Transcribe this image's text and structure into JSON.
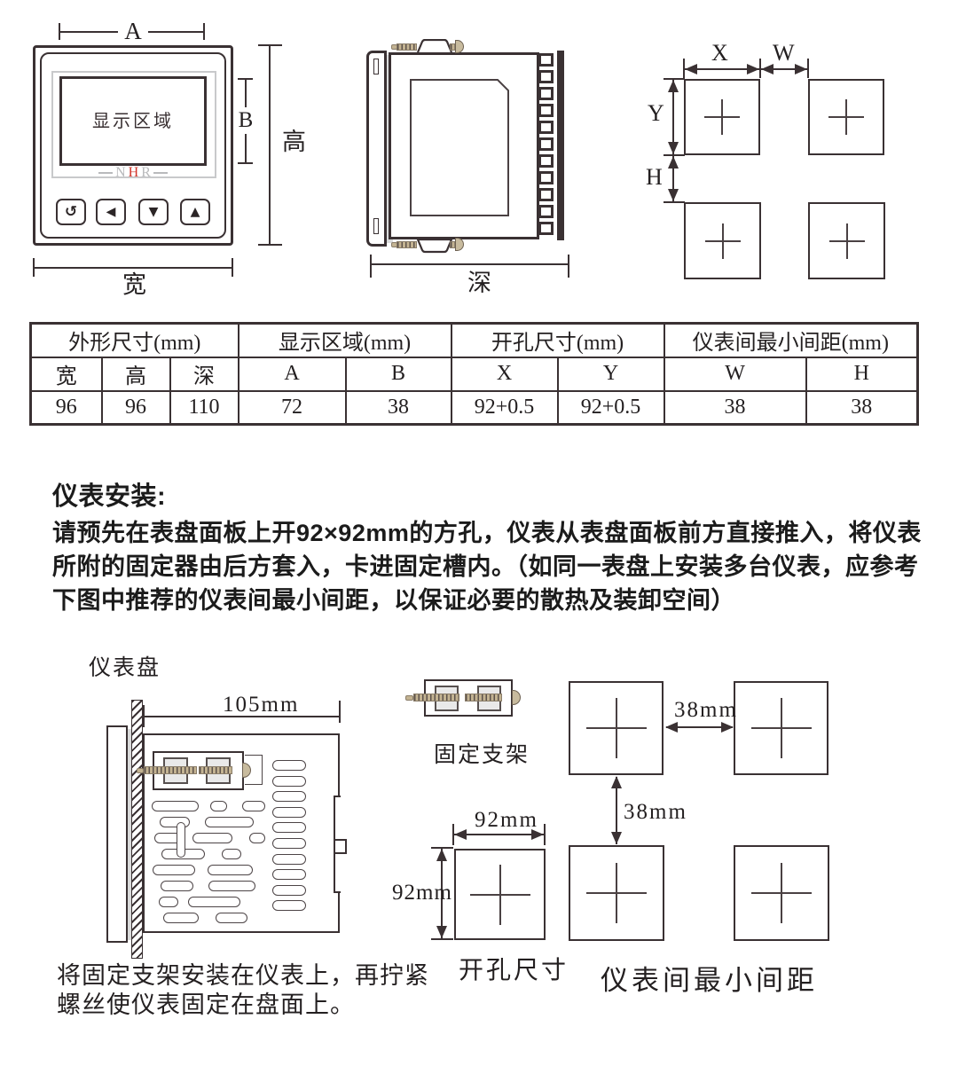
{
  "front_view": {
    "dim_a": "A",
    "dim_b": "B",
    "dim_height": "高",
    "dim_width": "宽",
    "display_label": "显示区域",
    "logo_n": "N",
    "logo_h": "H",
    "logo_r": "R",
    "btn_loop": "↺",
    "btn_left": "◀",
    "btn_down": "▼",
    "btn_up": "▲"
  },
  "side_view": {
    "dim_depth": "深"
  },
  "cutout_view": {
    "dim_x": "X",
    "dim_w": "W",
    "dim_y": "Y",
    "dim_h": "H"
  },
  "spec_table": {
    "group_outline": "外形尺寸(mm)",
    "group_display": "显示区域(mm)",
    "group_cutout": "开孔尺寸(mm)",
    "group_spacing": "仪表间最小间距(mm)",
    "columns": [
      "宽",
      "高",
      "深",
      "A",
      "B",
      "X",
      "Y",
      "W",
      "H"
    ],
    "values": [
      "96",
      "96",
      "110",
      "72",
      "38",
      "92+0.5",
      "92+0.5",
      "38",
      "38"
    ]
  },
  "install": {
    "heading": "仪表安装:",
    "line1": "请预先在表盘面板上开92×92mm的方孔，仪表从表盘面板前方直接推入，将仪表",
    "line2": "所附的固定器由后方套入，卡进固定槽内。（如同一表盘上安装多台仪表，应参考",
    "line3": "下图中推荐的仪表间最小间距，以保证必要的散热及装卸空间）"
  },
  "mount": {
    "panel_label": "仪表盘",
    "dim_depth_total": "105mm",
    "bracket_label": "固定支架",
    "cutout_w": "92mm",
    "cutout_h": "92mm",
    "cutout_label": "开孔尺寸",
    "gap_h": "38mm",
    "gap_v": "38mm",
    "spacing_label": "仪表间最小间距",
    "caption_line1": "将固定支架安装在仪表上，再拧紧",
    "caption_line2": "螺丝使仪表固定在盘面上。"
  },
  "colors": {
    "ink": "#3a3133",
    "accent_red": "#d2342a",
    "logo_gray": "#b9babc",
    "screw_beige": "#c3b392"
  }
}
